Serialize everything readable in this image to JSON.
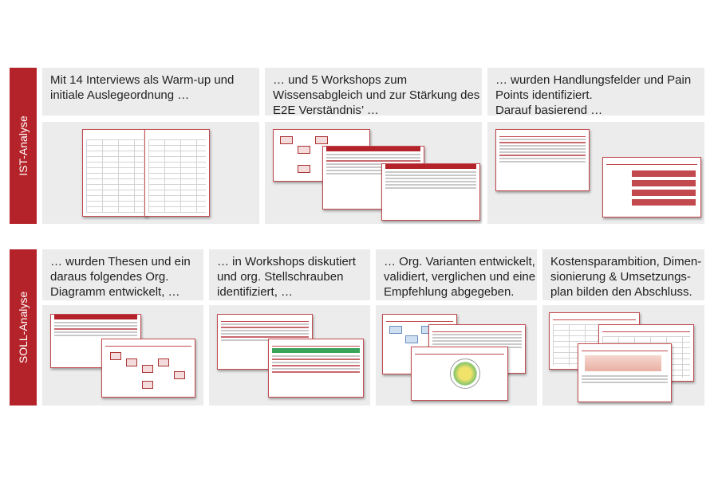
{
  "ist": {
    "label": "IST-Analyse",
    "panels": [
      {
        "lines": [
          "Mit 14 Interviews als Warm-up und",
          "initiale Auslegeordnung …"
        ]
      },
      {
        "lines": [
          "… und 5 Workshops zum",
          "Wissensabgleich und zur Stärkung des",
          "E2E Verständnis’ …"
        ]
      },
      {
        "lines": [
          "… wurden Handlungsfelder und Pain",
          "Points identifiziert.",
          "Darauf basierend …"
        ]
      }
    ]
  },
  "soll": {
    "label": "SOLL-Analyse",
    "panels": [
      {
        "lines": [
          "… wurden Thesen und ein",
          "daraus folgendes Org.",
          "Diagramm entwickelt, …"
        ]
      },
      {
        "lines": [
          "… in Workshops diskutiert",
          "und org. Stellschrauben",
          "identifiziert, …"
        ]
      },
      {
        "lines": [
          "… Org. Varianten entwickelt,",
          "validiert, verglichen und eine",
          "Empfehlung  abgegeben."
        ]
      },
      {
        "lines": [
          "Kostensparambition, Dimen-",
          "sionierung & Umsetzungs-",
          "plan bilden den Abschluss."
        ]
      }
    ]
  }
}
